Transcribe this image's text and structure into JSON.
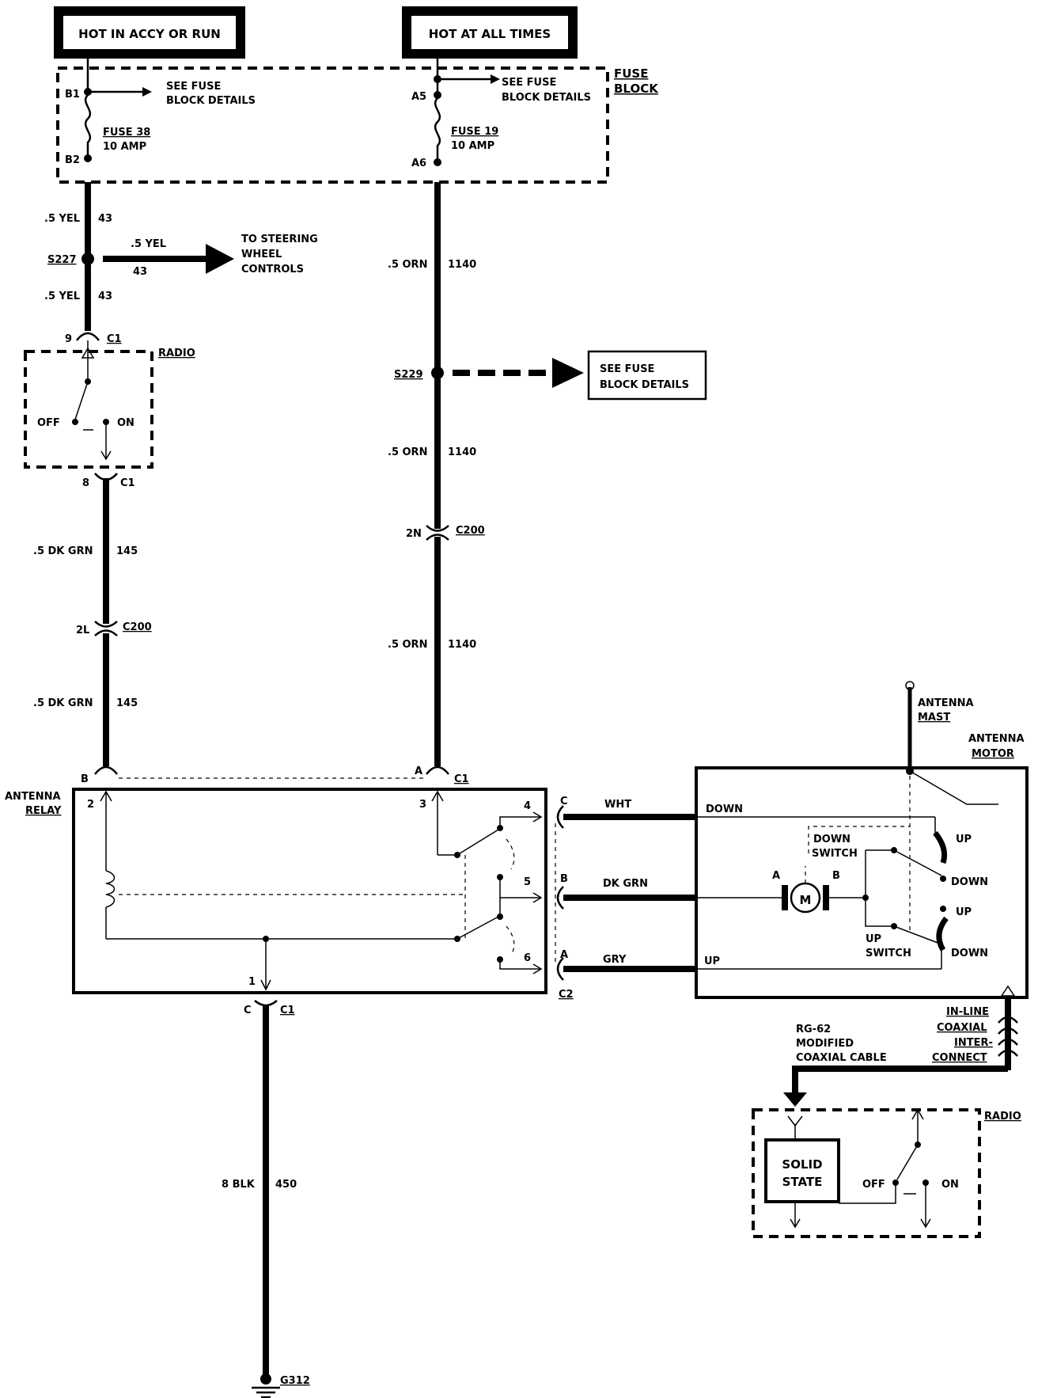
{
  "top_labels": {
    "accy_run": "HOT IN ACCY OR RUN",
    "all_times": "HOT AT ALL TIMES"
  },
  "fuse_block": {
    "label_1": "FUSE",
    "label_2": "BLOCK",
    "b1": "B1",
    "b2": "B2",
    "a5": "A5",
    "a6": "A6",
    "see_1a": "SEE FUSE",
    "see_1b": "BLOCK DETAILS",
    "see_2a": "SEE FUSE",
    "see_2b": "BLOCK DETAILS",
    "fuse38": "FUSE 38",
    "fuse38_amp": "10 AMP",
    "fuse19": "FUSE 19",
    "fuse19_amp": "10 AMP"
  },
  "left_circuit": {
    "w1_color": ".5 YEL",
    "w1_num": "43",
    "s227": "S227",
    "branch_color": ".5 YEL",
    "branch_num": "43",
    "steering_1": "TO STEERING",
    "steering_2": "WHEEL",
    "steering_3": "CONTROLS",
    "w2_color": ".5 YEL",
    "w2_num": "43",
    "pin9": "9",
    "c1_top": "C1",
    "radio": "RADIO",
    "off": "OFF",
    "on": "ON",
    "pin8": "8",
    "c1_bottom": "C1",
    "w3_color": ".5 DK GRN",
    "w3_num": "145",
    "pin2l": "2L",
    "c200": "C200",
    "w4_color": ".5 DK GRN",
    "w4_num": "145"
  },
  "right_circuit": {
    "w1_color": ".5 ORN",
    "w1_num": "1140",
    "s229": "S229",
    "see_a": "SEE FUSE",
    "see_b": "BLOCK DETAILS",
    "w2_color": ".5 ORN",
    "w2_num": "1140",
    "pin2n": "2N",
    "c200": "C200",
    "w3_color": ".5 ORN",
    "w3_num": "1140"
  },
  "relay": {
    "label_1": "ANTENNA",
    "label_2": "RELAY",
    "pin_b": "B",
    "pin_a": "A",
    "c1": "C1",
    "p2": "2",
    "p3": "3",
    "p4": "4",
    "p5": "5",
    "p6": "6",
    "p1": "1",
    "c_pin_c": "C",
    "c_pin_b": "B",
    "c_pin_a": "A",
    "c2": "C2",
    "ground_pin": "C",
    "ground_c1": "C1"
  },
  "motor_wires": {
    "wht": "WHT",
    "dkgrn": "DK GRN",
    "gry": "GRY"
  },
  "motor": {
    "mast_1": "ANTENNA",
    "mast_2": "MAST",
    "label_1": "ANTENNA",
    "label_2": "MOTOR",
    "down": "DOWN",
    "up_wire": "UP",
    "down_switch_1": "DOWN",
    "down_switch_2": "SWITCH",
    "pin_a": "A",
    "pin_b": "B",
    "m": "M",
    "up1": "UP",
    "down1": "DOWN",
    "up2": "UP",
    "down2": "DOWN",
    "up_switch_1": "UP",
    "up_switch_2": "SWITCH"
  },
  "coax": {
    "inline_1": "IN-LINE",
    "inline_2": "COAXIAL",
    "inline_3": "INTER-",
    "inline_4": "CONNECT",
    "cable_1": "RG-62",
    "cable_2": "MODIFIED",
    "cable_3": "COAXIAL CABLE"
  },
  "radio2": {
    "label": "RADIO",
    "solid_1": "SOLID",
    "solid_2": "STATE",
    "off": "OFF",
    "on": "ON"
  },
  "ground": {
    "w_color": "8 BLK",
    "w_num": "450",
    "g312": "G312"
  }
}
